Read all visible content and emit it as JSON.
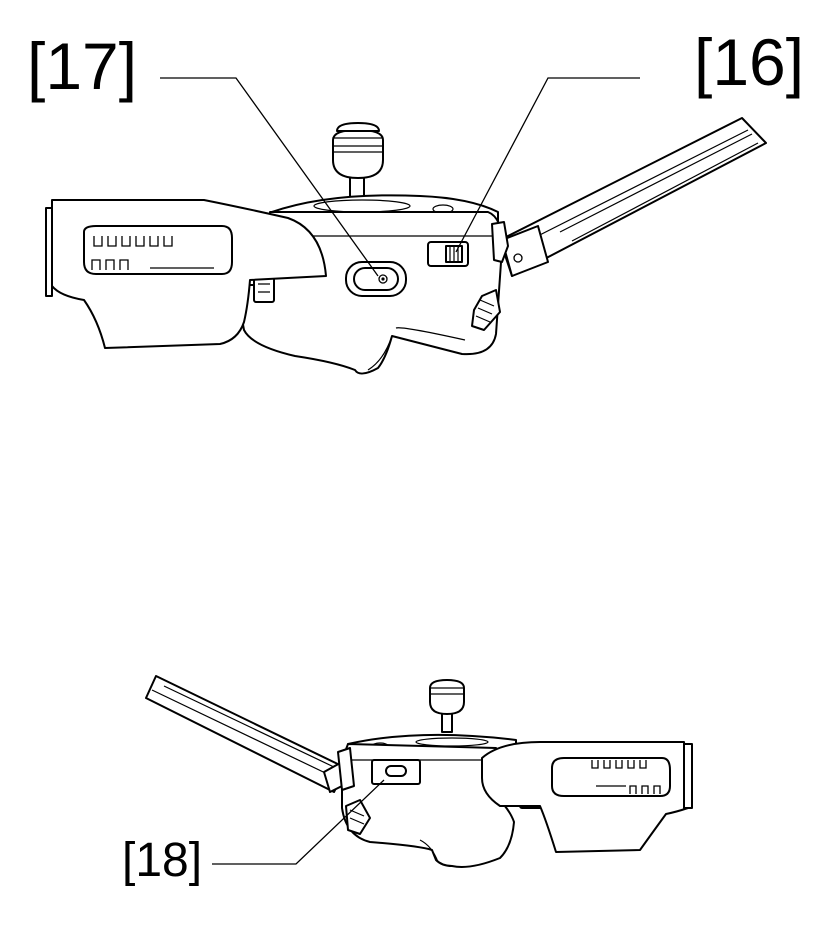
{
  "callouts": {
    "c17": "[17]",
    "c16": "[16]",
    "c18": "[18]"
  },
  "colors": {
    "line": "#000000",
    "background": "#ffffff"
  }
}
